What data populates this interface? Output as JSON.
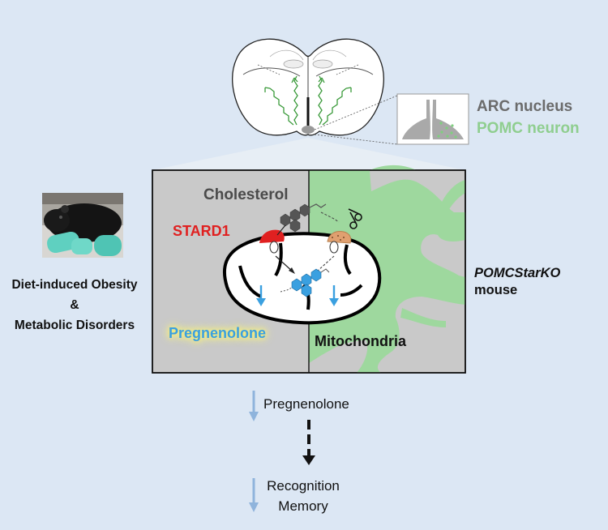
{
  "labels": {
    "arc_nucleus": "ARC nucleus",
    "pomc_neuron": "POMC neuron",
    "cholesterol": "Cholesterol",
    "stard1": "STARD1",
    "pregnenolone_inner": "Pregnenolone",
    "mitochondria": "Mitochondria",
    "diet_line1": "Diet-induced Obesity",
    "diet_line2": "&",
    "diet_line3": "Metabolic Disorders",
    "mouse_line1": "POMCStarKO",
    "mouse_line2": "mouse",
    "pregnenolone_outcome": "Pregnenolone",
    "recognition_line1": "Recognition",
    "recognition_line2": "Memory"
  },
  "colors": {
    "background": "#dce7f4",
    "panel_gray": "#c9c9c9",
    "neuron_green": "#9ed89e",
    "stard1_red": "#e02020",
    "steroid_blue": "#3aa0e0",
    "down_arrow_blue": "#8fb4dc",
    "steroid_gray": "#555555"
  },
  "icons": [
    "brain-section-icon",
    "arc-nucleus-icon",
    "mouse-photo-icon",
    "scissors-icon",
    "cholesterol-molecule-icon",
    "pregnenolone-molecule-icon"
  ]
}
